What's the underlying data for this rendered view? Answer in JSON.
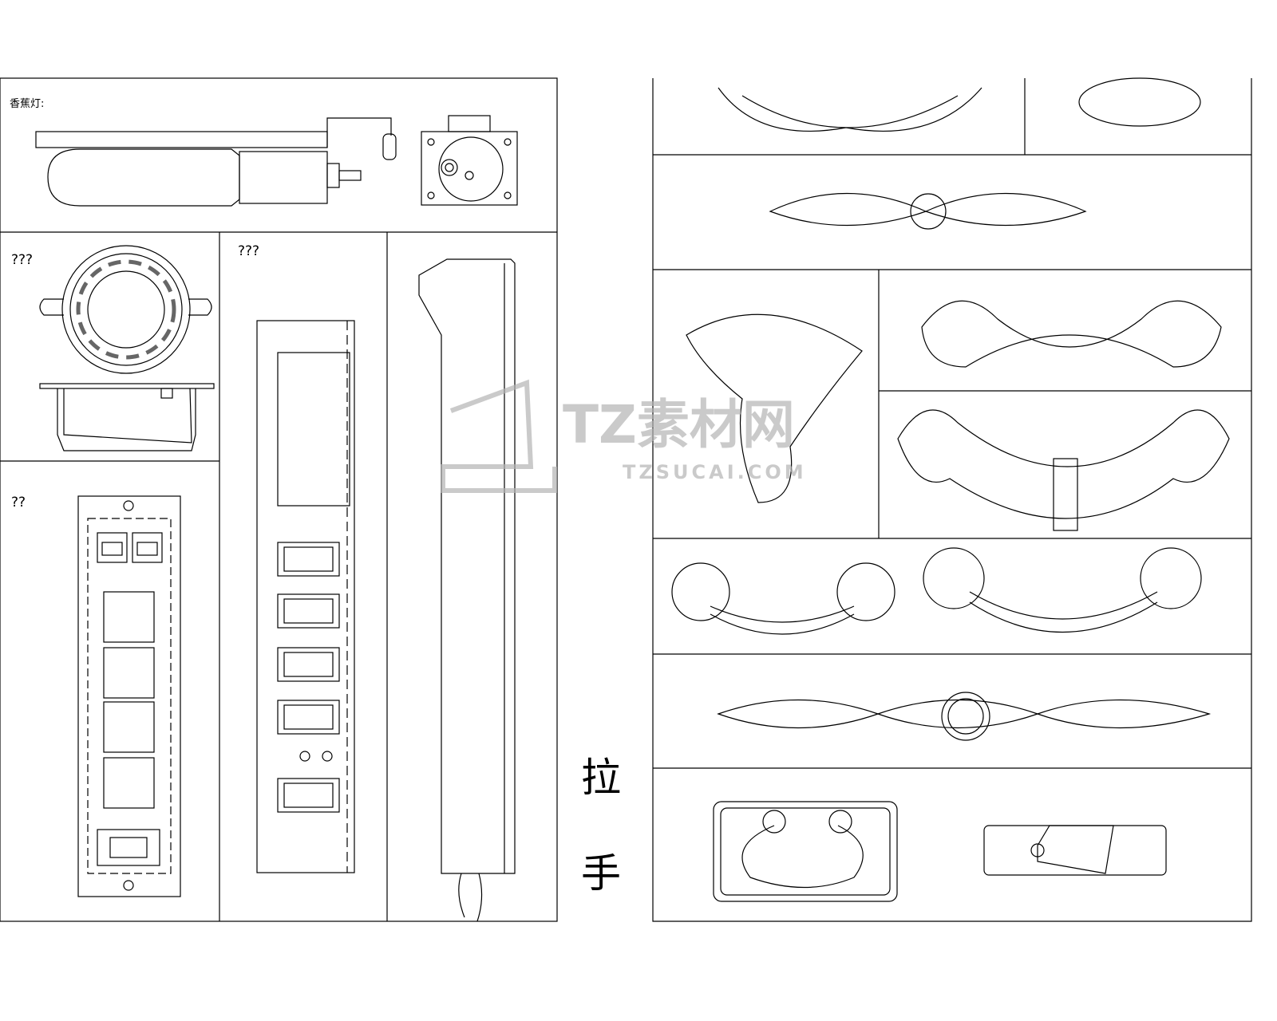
{
  "labels": {
    "banana_lamp": "香蕉灯:",
    "ring_fixture": "???",
    "power_strip": "???",
    "socket_panel": "??",
    "handle_title_1": "拉",
    "handle_title_2": "手"
  },
  "watermark": {
    "main": "TZ素材网",
    "sub": "TZSUCAI.COM"
  },
  "colors": {
    "line": "#000000",
    "background": "#ffffff",
    "watermark": "#b4b4b4"
  }
}
